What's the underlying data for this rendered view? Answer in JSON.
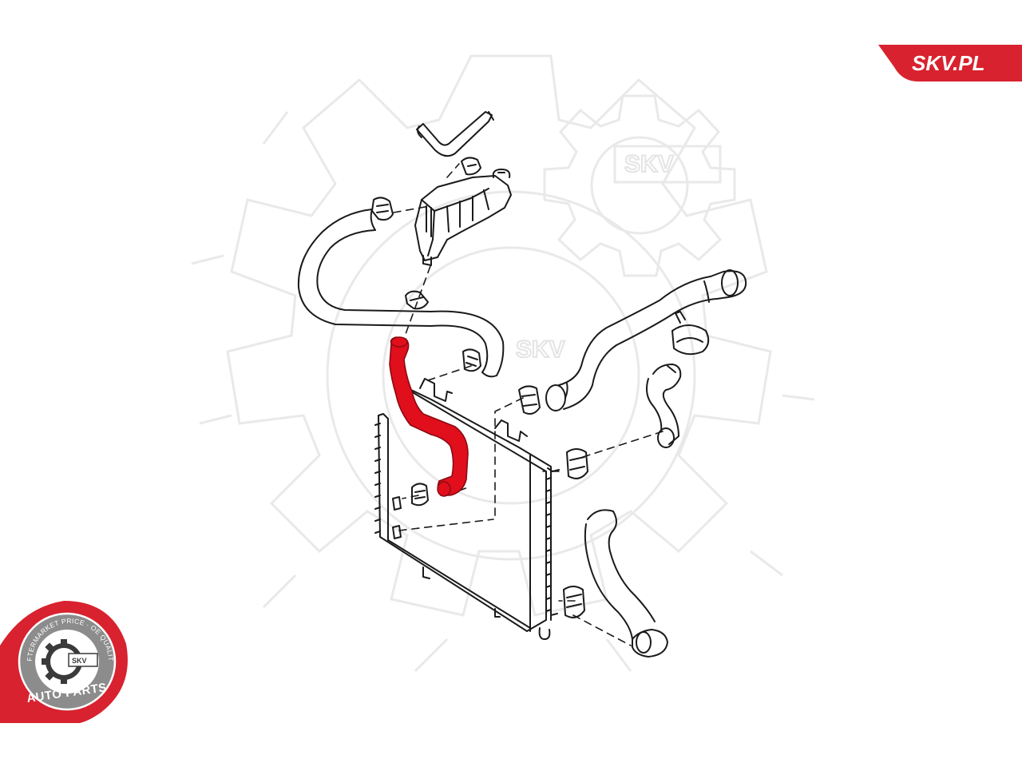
{
  "brand": {
    "banner_text": "SKV.PL",
    "watermark_text": "SKV",
    "badge": {
      "ring_text": "AFTERMARKET PRICE · OE QUALITY",
      "bottom_text": "AUTO PARTS",
      "center_text": "SKV"
    }
  },
  "colors": {
    "accent_red": "#d8222f",
    "highlight_part": "#e10e1c",
    "line_art": "#1a1a1a",
    "watermark": "#e6e6e6",
    "badge_grey": "#8c8c8c"
  },
  "diagram": {
    "highlighted_part": "radiator-coolant-hose"
  }
}
